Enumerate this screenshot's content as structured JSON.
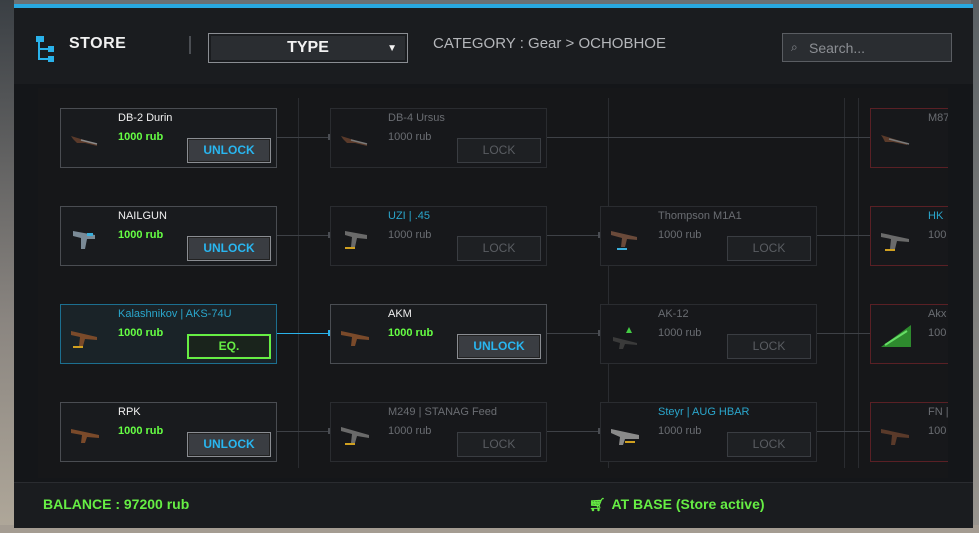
{
  "header": {
    "title": "STORE",
    "type_label": "TYPE",
    "type_arrow": "▼",
    "category": "CATEGORY : Gear > ОСНОВНОЕ",
    "search_placeholder": "Search..."
  },
  "cards": [
    {
      "name": "DB-2 Durin",
      "price": "1000 rub",
      "button": "UNLOCK"
    },
    {
      "name": "DB-4 Ursus",
      "price": "1000 rub",
      "button": "LOCK"
    },
    {
      "name": "M87",
      "price": "",
      "button": ""
    },
    {
      "name": "NAILGUN",
      "price": "1000 rub",
      "button": "UNLOCK"
    },
    {
      "name": "UZI | .45",
      "price": "1000 rub",
      "button": "LOCK"
    },
    {
      "name": "Thompson M1A1",
      "price": "1000 rub",
      "button": "LOCK"
    },
    {
      "name": "HK",
      "price": "100",
      "button": ""
    },
    {
      "name": "Kalashnikov | AKS-74U",
      "price": "1000 rub",
      "button": "EQ."
    },
    {
      "name": "AKM",
      "price": "1000 rub",
      "button": "UNLOCK"
    },
    {
      "name": "AK-12",
      "price": "1000 rub",
      "button": "LOCK"
    },
    {
      "name": "Akx",
      "price": "100",
      "button": ""
    },
    {
      "name": "RPK",
      "price": "1000 rub",
      "button": "UNLOCK"
    },
    {
      "name": "M249 | STANAG Feed",
      "price": "1000 rub",
      "button": "LOCK"
    },
    {
      "name": "Steyr | AUG HBAR",
      "price": "1000 rub",
      "button": "LOCK"
    },
    {
      "name": "FN |",
      "price": "100",
      "button": ""
    }
  ],
  "footer": {
    "balance": "BALANCE : 97200 rub",
    "status": "AT BASE (Store active)",
    "status_icon": "cart-icon"
  },
  "colors": {
    "accent_blue": "#29a8e0",
    "money_green": "#66ee44",
    "teal_name": "#2aa6cc"
  }
}
